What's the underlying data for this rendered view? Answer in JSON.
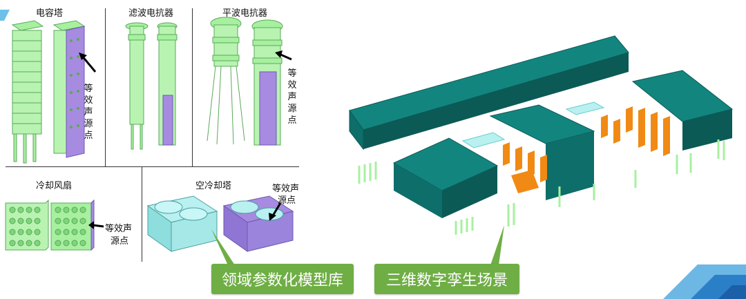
{
  "labels": {
    "capacitor_tower": "电容塔",
    "filter_reactor": "滤波电抗器",
    "smoothing_reactor": "平波电抗器",
    "cooling_fan": "冷却风扇",
    "air_cooling_tower": "空冷却塔",
    "equiv_source_1": "等效声源点",
    "equiv_source_2": "等效声源点",
    "equiv_source_3": "等效声源",
    "equiv_source_3b": "点",
    "equiv_source_4a": "等效声",
    "equiv_source_4b": "源点",
    "equiv_source_5a": "等效声",
    "equiv_source_5b": "源点"
  },
  "buttons": {
    "model_library": "领域参数化模型库",
    "digital_twin": "三维数字孪生场景"
  },
  "colors": {
    "model_green": "#a7f0a0",
    "model_outline": "#5aa85a",
    "equiv_purple": "#a78be0",
    "cooler_cyan": "#9fe6e6",
    "hall_teal": "#0e6e6a",
    "hall_roof": "#13857f",
    "orange": "#f08a14",
    "badge_green": "#6fae45",
    "accent_blue": "#2a8fd8"
  }
}
